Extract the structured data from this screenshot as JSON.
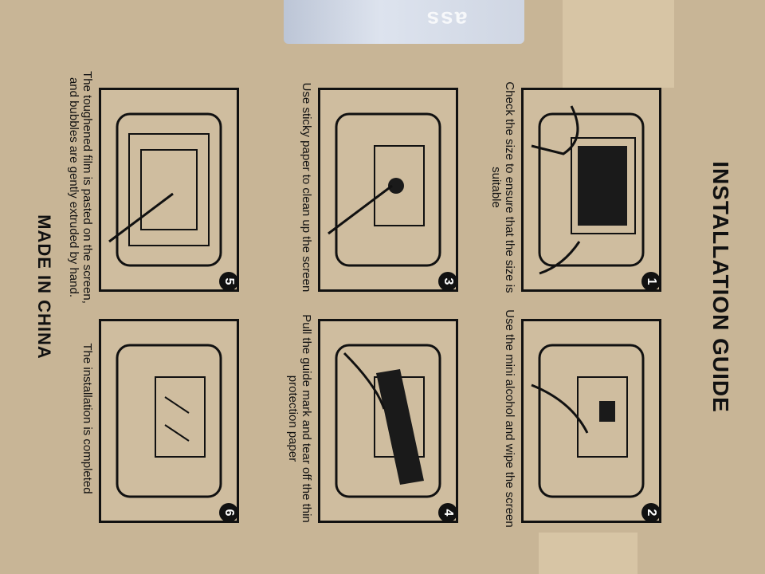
{
  "title": "INSTALLATION  GUIDE",
  "steps": [
    {
      "num": "1",
      "text": "Check the size to ensure that the size is suitable"
    },
    {
      "num": "2",
      "text": "Use the mini alcohol and wipe the screen"
    },
    {
      "num": "3",
      "text": "Use sticky paper to clean up the screen"
    },
    {
      "num": "4",
      "text": "Pull the guide mark and tear off the thin protection paper"
    },
    {
      "num": "5",
      "text": "The toughened film is pasted on the screen, and bubbles are gently extruded by hand."
    },
    {
      "num": "6",
      "text": "The installation is completed"
    }
  ],
  "footer": "MADE IN CHINA",
  "sticker_text": "ass"
}
